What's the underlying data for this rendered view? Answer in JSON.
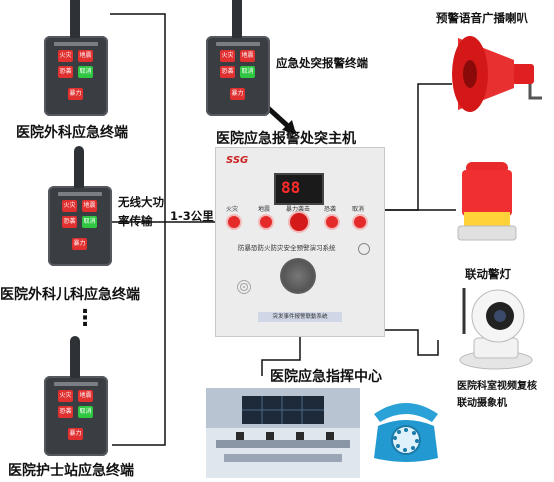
{
  "labels": {
    "terminal1": "医院外科应急终端",
    "terminal_top_mid": "应急处突报警终端",
    "host": "医院应急报警处突主机",
    "terminal2": "医院外科儿科应急终端",
    "wireless_line1": "无线大功",
    "wireless_line2": "率传输",
    "distance": "1-3公里",
    "dots": "⋮",
    "terminal3": "医院护士站应急终端",
    "horn": "预警语音广播喇叭",
    "light": "联动警灯",
    "camera_line1": "医院科室视频复核",
    "camera_line2": "联动摄象机",
    "command": "医院应急指挥中心"
  },
  "host_panel": {
    "brand": "SSG",
    "display": "88",
    "buttons": [
      "火灾",
      "地震",
      "暴力袭击",
      "恐袭",
      "取消"
    ],
    "subtitle": "防暴恐防火防灾安全预警演习系统",
    "footer": "突发事件报警联動系统"
  },
  "terminal_buttons": [
    "火灾",
    "地震",
    "恐袭",
    "取消",
    "暴力"
  ]
}
